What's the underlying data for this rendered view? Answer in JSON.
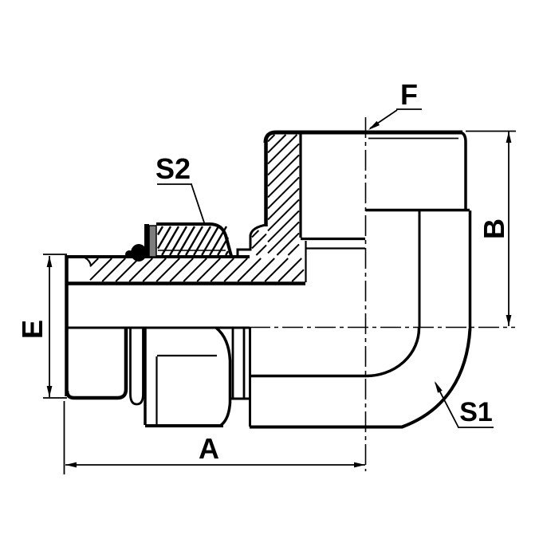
{
  "figure": {
    "kind": "sectional technical drawing of a 90-degree adjustable elbow hydraulic fitting",
    "colors": {
      "line": "#000000",
      "background": "#ffffff",
      "washer": "#7d7d7d"
    },
    "labels": {
      "a": "A",
      "b": "B",
      "e": "E",
      "f": "F",
      "s1": "S1",
      "s2": "S2"
    }
  }
}
